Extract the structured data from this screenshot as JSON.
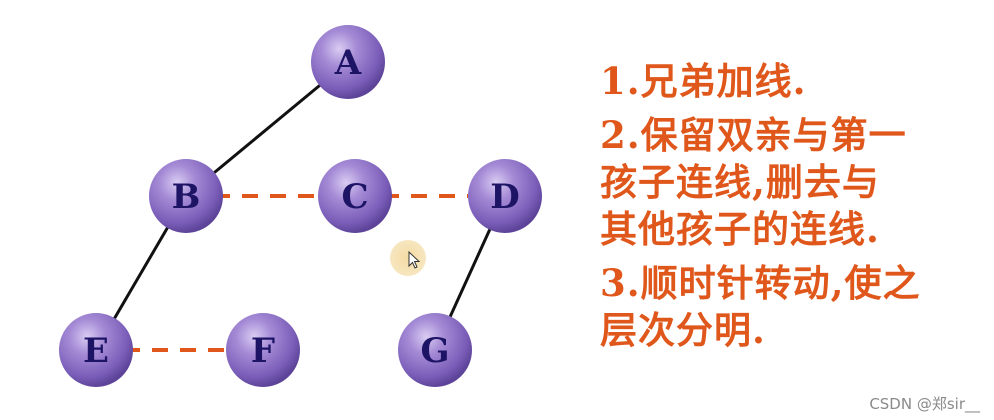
{
  "nodes": [
    {
      "id": "A",
      "label": "A"
    },
    {
      "id": "B",
      "label": "B"
    },
    {
      "id": "C",
      "label": "C"
    },
    {
      "id": "D",
      "label": "D"
    },
    {
      "id": "E",
      "label": "E"
    },
    {
      "id": "F",
      "label": "F"
    },
    {
      "id": "G",
      "label": "G"
    }
  ],
  "edges": [
    {
      "from": "A",
      "to": "B",
      "style": "solid"
    },
    {
      "from": "B",
      "to": "E",
      "style": "solid"
    },
    {
      "from": "D",
      "to": "G",
      "style": "solid"
    },
    {
      "from": "B",
      "to": "C",
      "style": "dashed"
    },
    {
      "from": "C",
      "to": "D",
      "style": "dashed"
    },
    {
      "from": "E",
      "to": "F",
      "style": "dashed"
    }
  ],
  "colors": {
    "node_fill": "#8d74c4",
    "node_label": "#1d1466",
    "solid_edge": "#111111",
    "dashed_edge": "#e0571b",
    "step_text": "#e0571b"
  },
  "steps": [
    {
      "lines": [
        "1.兄弟加线."
      ]
    },
    {
      "lines": [
        "2.保留双亲与第一",
        "孩子连线,删去与",
        "其他孩子的连线."
      ]
    },
    {
      "lines": [
        "3.顺时针转动,使之",
        "层次分明."
      ]
    }
  ],
  "watermark": "CSDN @郑sir__"
}
